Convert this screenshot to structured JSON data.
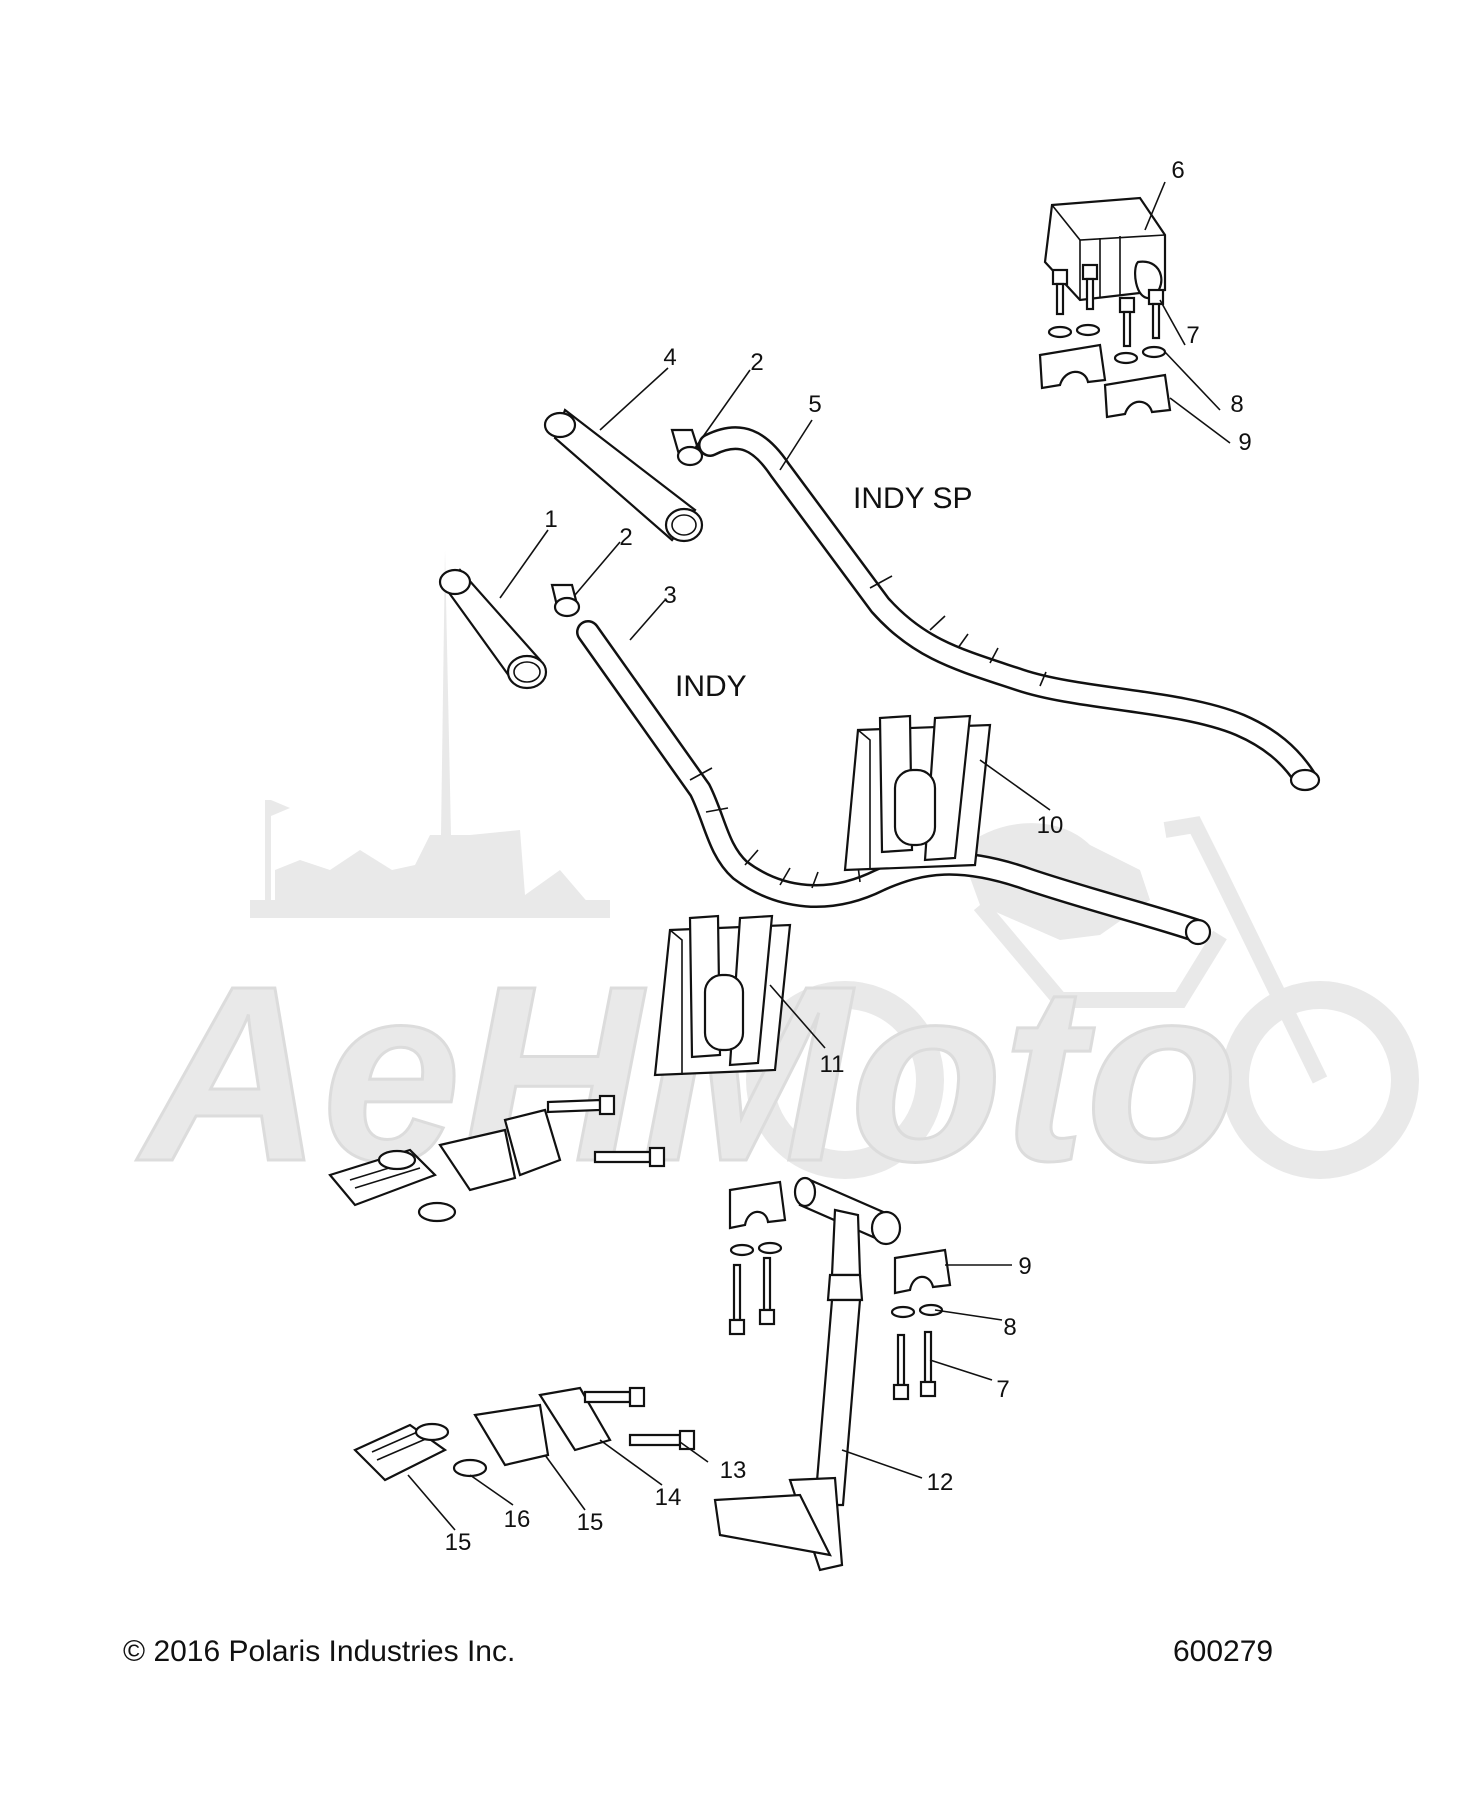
{
  "diagram": {
    "variants": {
      "indy_sp": "INDY SP",
      "indy": "INDY"
    },
    "watermark": "AeHMoto",
    "callouts": [
      {
        "id": "c6",
        "label": "6"
      },
      {
        "id": "c7a",
        "label": "7"
      },
      {
        "id": "c8a",
        "label": "8"
      },
      {
        "id": "c9a",
        "label": "9"
      },
      {
        "id": "c4",
        "label": "4"
      },
      {
        "id": "c2a",
        "label": "2"
      },
      {
        "id": "c5",
        "label": "5"
      },
      {
        "id": "c1",
        "label": "1"
      },
      {
        "id": "c2b",
        "label": "2"
      },
      {
        "id": "c3",
        "label": "3"
      },
      {
        "id": "c10",
        "label": "10"
      },
      {
        "id": "c11",
        "label": "11"
      },
      {
        "id": "c9b",
        "label": "9"
      },
      {
        "id": "c8b",
        "label": "8"
      },
      {
        "id": "c7b",
        "label": "7"
      },
      {
        "id": "c12",
        "label": "12"
      },
      {
        "id": "c13",
        "label": "13"
      },
      {
        "id": "c14",
        "label": "14"
      },
      {
        "id": "c15a",
        "label": "15"
      },
      {
        "id": "c16",
        "label": "16"
      },
      {
        "id": "c15b",
        "label": "15"
      }
    ]
  },
  "footer": {
    "copyright": "© 2016 Polaris Industries Inc.",
    "drawing_number": "600279"
  }
}
